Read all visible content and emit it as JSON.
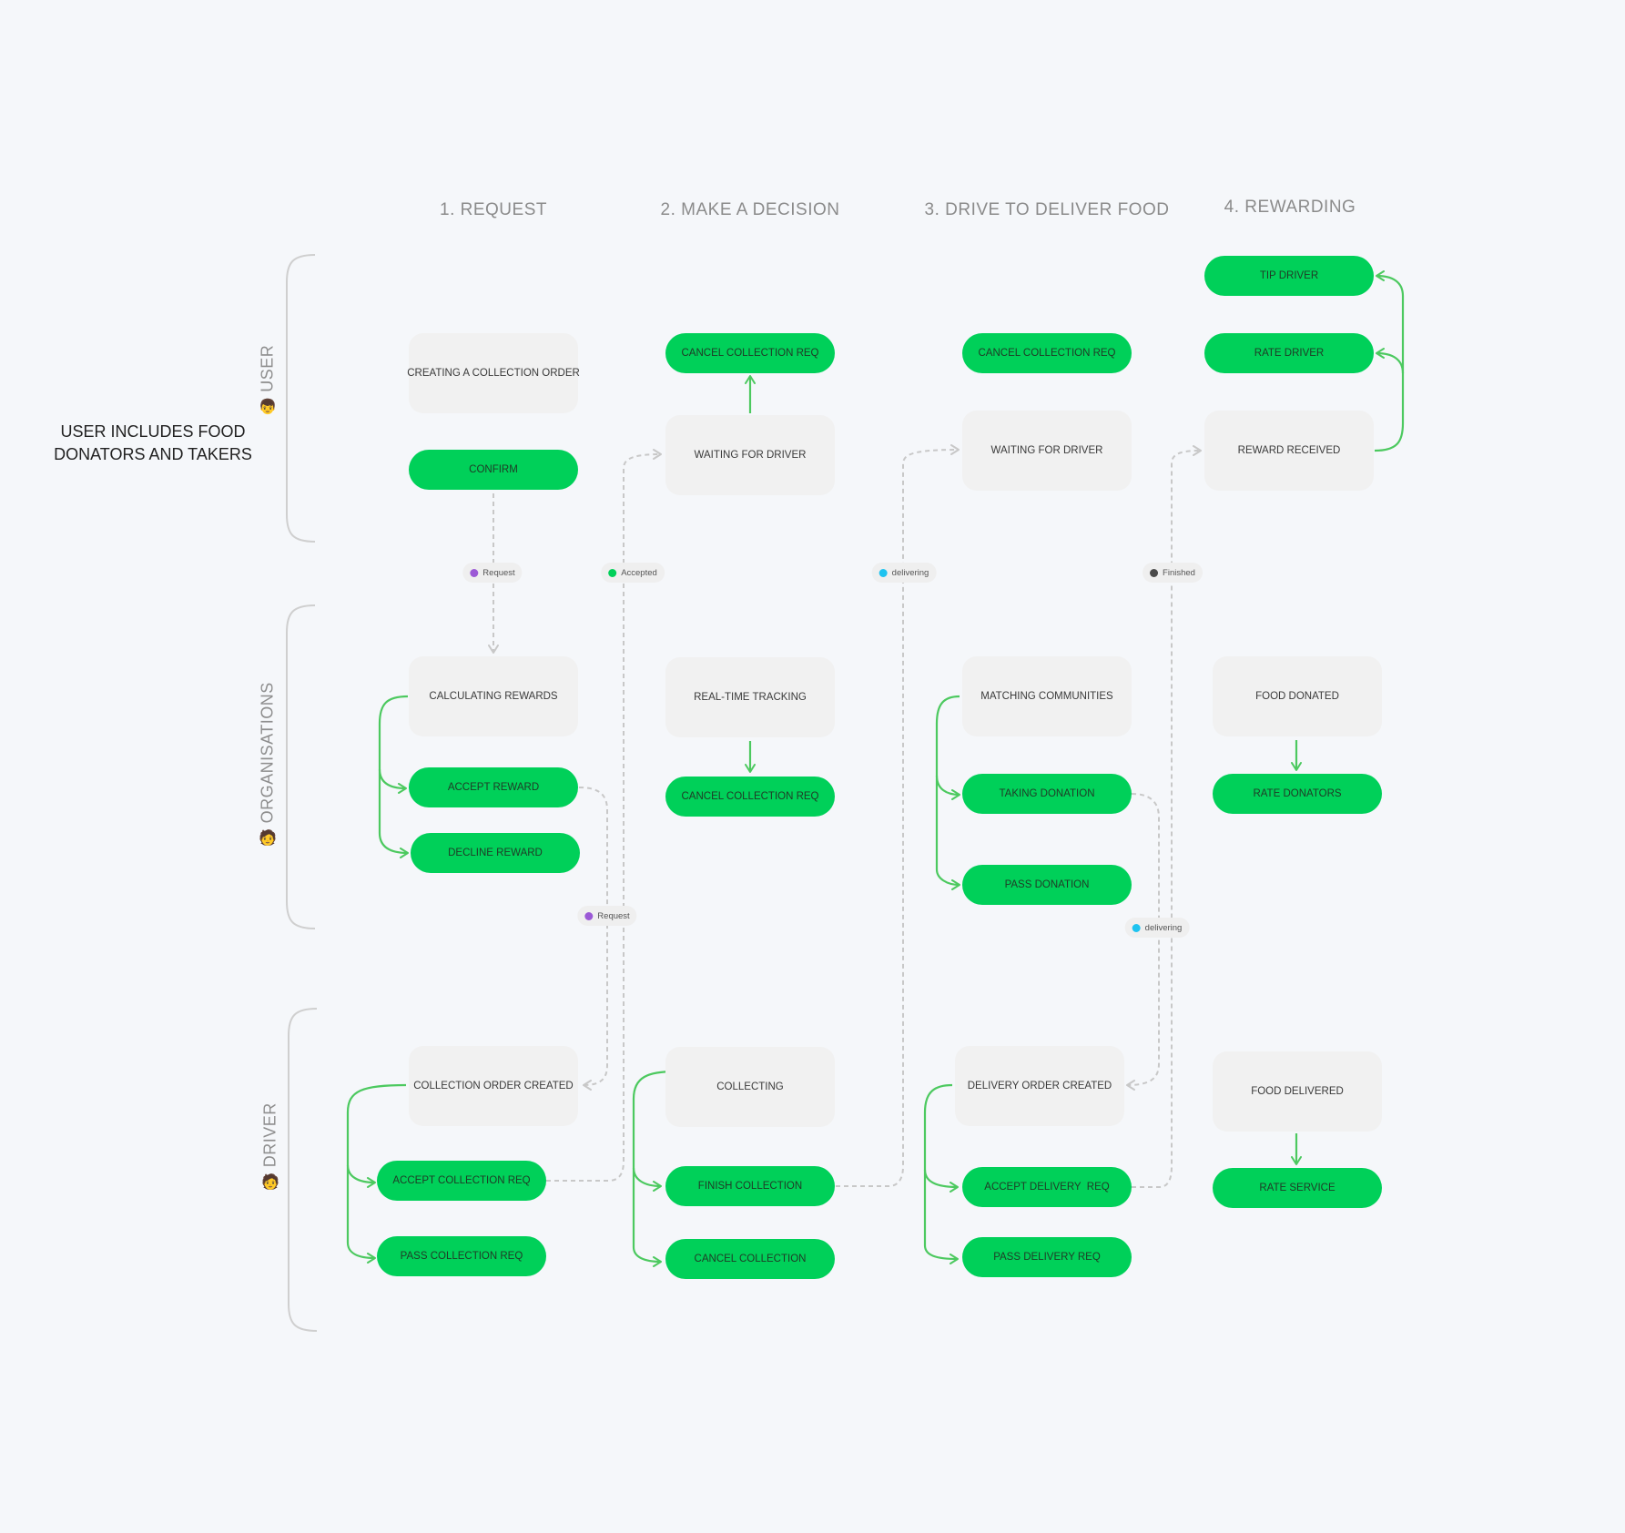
{
  "colors": {
    "accent_green": "#00d059",
    "state_gray": "#f1f1f1",
    "connector_gray": "#c8c8c8",
    "purple": "#9b59d6",
    "green_dot": "#00d059",
    "cyan": "#1ec3f0",
    "dark": "#4a4a4a"
  },
  "columns": [
    "1. REQUEST",
    "2. MAKE A DECISION",
    "3. DRIVE TO DELIVER FOOD",
    "4. REWARDING"
  ],
  "lanes": {
    "user": {
      "label": "USER",
      "icon": "boy-emoji"
    },
    "organisations": {
      "label": "ORGANISATIONS",
      "icon": "person-emoji"
    },
    "driver": {
      "label": "DRIVER",
      "icon": "person-emoji"
    }
  },
  "emoji": {
    "boy": "👦",
    "person": "🧑"
  },
  "note": {
    "line1": "USER INCLUDES FOOD",
    "line2": "DONATORS AND TAKERS"
  },
  "nodes": {
    "creating_order": "CREATING A COLLECTION ORDER",
    "confirm": "CONFIRM",
    "user_cancel_req_2": "CANCEL COLLECTION REQ",
    "user_waiting_2": "WAITING FOR DRIVER",
    "user_cancel_req_3": "CANCEL COLLECTION REQ",
    "user_waiting_3": "WAITING FOR DRIVER",
    "tip_driver": "TIP DRIVER",
    "rate_driver": "RATE DRIVER",
    "reward_received": "REWARD RECEIVED",
    "calculating_rewards": "CALCULATING REWARDS",
    "accept_reward": "ACCEPT REWARD",
    "decline_reward": "DECLINE REWARD",
    "realtime_tracking": "REAL-TIME TRACKING",
    "org_cancel_req": "CANCEL COLLECTION REQ",
    "matching_communities": "MATCHING COMMUNITIES",
    "taking_donation": "TAKING DONATION",
    "pass_donation": "PASS DONATION",
    "food_donated": "FOOD DONATED",
    "rate_donators": "RATE DONATORS",
    "collection_order_created": "COLLECTION ORDER CREATED",
    "accept_collection_req": "ACCEPT COLLECTION REQ",
    "pass_collection_req": "PASS COLLECTION REQ",
    "collecting": "COLLECTING",
    "finish_collection": "FINISH COLLECTION",
    "cancel_collection": "CANCEL COLLECTION",
    "delivery_order_created": "DELIVERY ORDER CREATED",
    "accept_delivery_req": "ACCEPT DELIVERY  REQ",
    "pass_delivery_req": "PASS DELIVERY REQ",
    "food_delivered": "FOOD DELIVERED",
    "rate_service": "RATE SERVICE"
  },
  "badges": {
    "request_1": "Request",
    "accepted": "Accepted",
    "delivering_1": "delivering",
    "finished": "Finished",
    "request_2": "Request",
    "delivering_2": "delivering"
  }
}
